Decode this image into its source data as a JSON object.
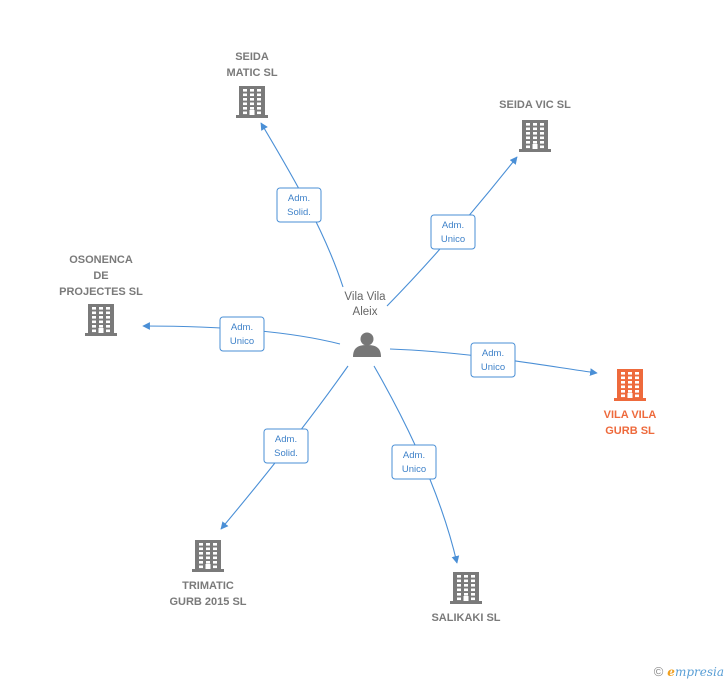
{
  "person": {
    "name_line1": "Vila Vila",
    "name_line2": "Aleix",
    "icon": "person-icon"
  },
  "companies": [
    {
      "id": "seida-matic",
      "lines": [
        "SEIDA",
        "MATIC SL"
      ],
      "highlight": false,
      "icon": "building-icon"
    },
    {
      "id": "seida-vic",
      "lines": [
        "SEIDA VIC SL"
      ],
      "highlight": false,
      "icon": "building-icon"
    },
    {
      "id": "osonenca",
      "lines": [
        "OSONENCA",
        "DE",
        "PROJECTES SL"
      ],
      "highlight": false,
      "icon": "building-icon"
    },
    {
      "id": "vila-vila-gurb",
      "lines": [
        "VILA VILA",
        "GURB  SL"
      ],
      "highlight": true,
      "icon": "building-icon"
    },
    {
      "id": "trimatic",
      "lines": [
        "TRIMATIC",
        "GURB 2015  SL"
      ],
      "highlight": false,
      "icon": "building-icon"
    },
    {
      "id": "salikaki",
      "lines": [
        "SALIKAKI  SL"
      ],
      "highlight": false,
      "icon": "building-icon"
    }
  ],
  "edges": [
    {
      "to": "seida-matic",
      "label": [
        "Adm.",
        "Solid."
      ]
    },
    {
      "to": "seida-vic",
      "label": [
        "Adm.",
        "Unico"
      ]
    },
    {
      "to": "osonenca",
      "label": [
        "Adm.",
        "Unico"
      ]
    },
    {
      "to": "vila-vila-gurb",
      "label": [
        "Adm.",
        "Unico"
      ]
    },
    {
      "to": "trimatic",
      "label": [
        "Adm.",
        "Solid."
      ]
    },
    {
      "to": "salikaki",
      "label": [
        "Adm.",
        "Unico"
      ]
    }
  ],
  "colors": {
    "edge": "#4a8fd6",
    "building": "#7a7a7a",
    "building_highlight": "#ee6a3c",
    "person": "#777777"
  },
  "footer": {
    "copyright": "©",
    "brand_initial": "e",
    "brand_rest": "mpresia"
  }
}
